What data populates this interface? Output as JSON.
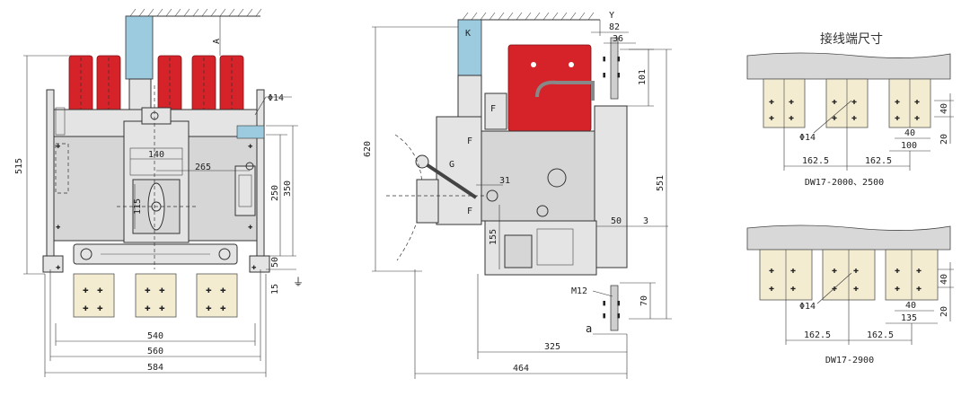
{
  "front_view": {
    "hole_label": "Φ14",
    "dims": {
      "a": "A",
      "d515": "515",
      "d265": "265",
      "d140": "140",
      "d115": "115",
      "d250": "250",
      "d350": "350",
      "d50": "50",
      "d15": "15",
      "d540": "540",
      "d560": "560",
      "d584": "584"
    },
    "ground_symbol": "⏚"
  },
  "side_view": {
    "letters": {
      "k": "K",
      "f1": "F",
      "f2": "F",
      "f3": "F",
      "g": "G",
      "y": "Y",
      "a": "a"
    },
    "dims": {
      "d620": "620",
      "d82": "82",
      "d36": "36",
      "d101": "101",
      "d551": "551",
      "d31": "31",
      "d155": "155",
      "d50": "50",
      "d3": "3",
      "m12": "M12",
      "d70": "70",
      "d325": "325",
      "d464": "464"
    }
  },
  "terminal_views": {
    "title": "接线端尺寸",
    "top": {
      "hole_label": "Φ14",
      "dims": {
        "d40v": "40",
        "d20": "20",
        "d40h": "40",
        "d100": "100",
        "d162a": "162.5",
        "d162b": "162.5"
      },
      "caption": "DW17-2000、2500"
    },
    "bottom": {
      "hole_label": "Φ14",
      "dims": {
        "d40v": "40",
        "d20": "20",
        "d40h": "40",
        "d135": "135",
        "d162a": "162.5",
        "d162b": "162.5"
      },
      "caption": "DW17-2900"
    }
  }
}
